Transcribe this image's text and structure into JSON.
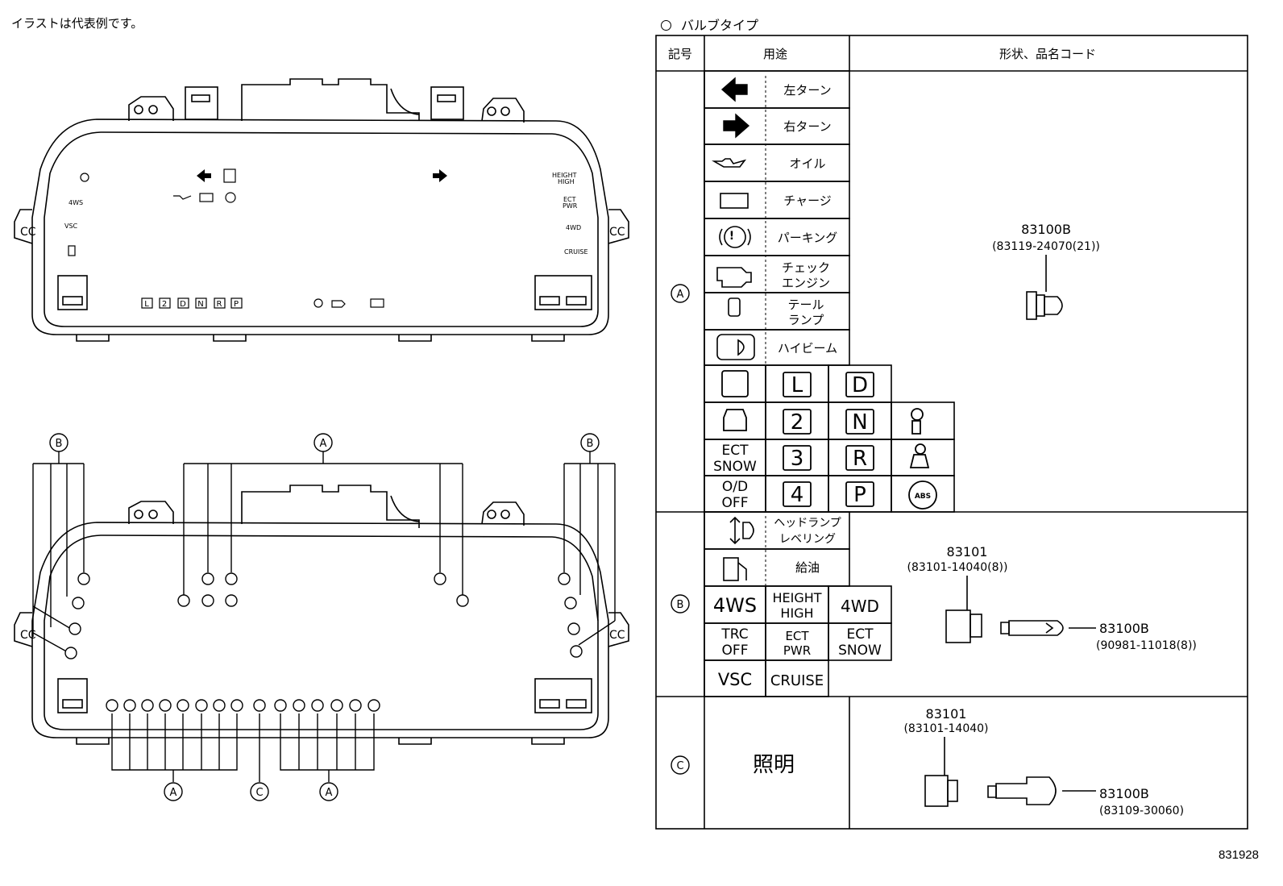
{
  "note": "イラストは代表例です。",
  "bulb_section_title": "バルブタイプ",
  "doc_code": "831928",
  "table": {
    "headers": {
      "symbol": "記号",
      "usage": "用途",
      "shape": "形状、品名コード"
    },
    "group_a": {
      "label": "A",
      "rows": [
        {
          "icon": "left-turn-icon",
          "label": "左ターン"
        },
        {
          "icon": "right-turn-icon",
          "label": "右ターン"
        },
        {
          "icon": "oil-icon",
          "label": "オイル"
        },
        {
          "icon": "charge-icon",
          "label": "チャージ"
        },
        {
          "icon": "parking-brake-icon",
          "label": "パーキング"
        },
        {
          "icon": "check-engine-icon",
          "label": "チェック\nエンジン"
        },
        {
          "icon": "tail-lamp-icon",
          "label": "テール\nランプ"
        },
        {
          "icon": "high-beam-icon",
          "label": "ハイビーム"
        }
      ],
      "grid_letters": [
        "L",
        "D",
        "2",
        "N",
        "3",
        "R",
        "4",
        "P"
      ],
      "grid_text": [
        "ECT\nSNOW",
        "O/D\nOFF"
      ],
      "abs_label": "ABS",
      "part_no": "83100B",
      "part_code": "(83119-24070(21))"
    },
    "group_b": {
      "label": "B",
      "rows": [
        {
          "icon": "headlamp-leveling-icon",
          "label": "ヘッドランプ\nレベリング"
        },
        {
          "icon": "fuel-icon",
          "label": "給油"
        }
      ],
      "grid": [
        "4WS",
        "HEIGHT\nHIGH",
        "4WD",
        "TRC\nOFF",
        "ECT\nPWR",
        "ECT\nSNOW",
        "VSC",
        "CRUISE"
      ],
      "socket_no": "83101",
      "socket_code": "(83101-14040(8))",
      "bulb_no": "83100B",
      "bulb_code": "(90981-11018(8))"
    },
    "group_c": {
      "label": "C",
      "usage": "照明",
      "socket_no": "83101",
      "socket_code": "(83101-14040)",
      "bulb_no": "83100B",
      "bulb_code": "(83109-30060)"
    }
  },
  "cluster": {
    "labels": [
      "4WS",
      "VSC",
      "HEIGHT\nHIGH",
      "ECT\nPWR",
      "4WD",
      "CRUISE"
    ],
    "shift_letters": [
      "L",
      "2",
      "D",
      "N",
      "R",
      "P"
    ],
    "callouts": {
      "a": "A",
      "b": "B",
      "c": "C"
    }
  }
}
